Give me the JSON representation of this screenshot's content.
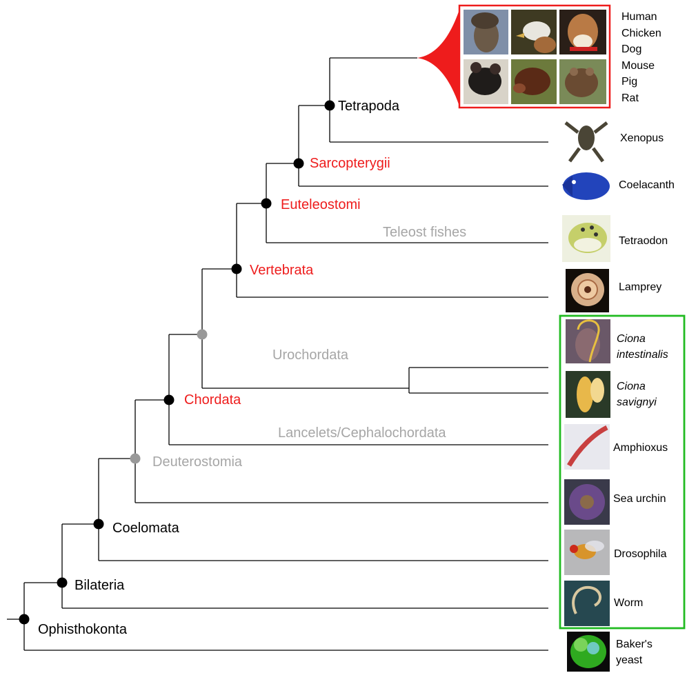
{
  "clades": {
    "tetrapoda": "Tetrapoda",
    "sarcopterygii": "Sarcopterygii",
    "euteleostomi": "Euteleostomi",
    "teleost": "Teleost fishes",
    "vertebrata": "Vertebrata",
    "urochordata": "Urochordata",
    "chordata": "Chordata",
    "lancelets": "Lancelets/Cephalochordata",
    "deuterostomia": "Deuterostomia",
    "coelomata": "Coelomata",
    "bilateria": "Bilateria",
    "ophisthokonta": "Ophisthokonta"
  },
  "tetrapod_species": [
    "Human",
    "Chicken",
    "Dog",
    "Mouse",
    "Pig",
    "Rat"
  ],
  "species": {
    "xenopus": "Xenopus",
    "coelacanth": "Coelacanth",
    "tetraodon": "Tetraodon",
    "lamprey": "Lamprey",
    "ciona_int_1": "Ciona",
    "ciona_int_2": "intestinalis",
    "ciona_sav_1": "Ciona",
    "ciona_sav_2": "savignyi",
    "amphioxus": "Amphioxus",
    "sea_urchin": "Sea urchin",
    "drosophila": "Drosophila",
    "worm": "Worm",
    "yeast_1": "Baker's",
    "yeast_2": "yeast"
  },
  "colors": {
    "highlight_red": "#ee1c1c",
    "muted_grey": "#a6a6a6",
    "box_green": "#22bb22",
    "node_black": "#000000"
  },
  "icons": {
    "tetrapod_grid": [
      "human-photo",
      "chicken-photo",
      "dog-photo",
      "mouse-photo",
      "pig-photo",
      "rat-photo"
    ]
  }
}
